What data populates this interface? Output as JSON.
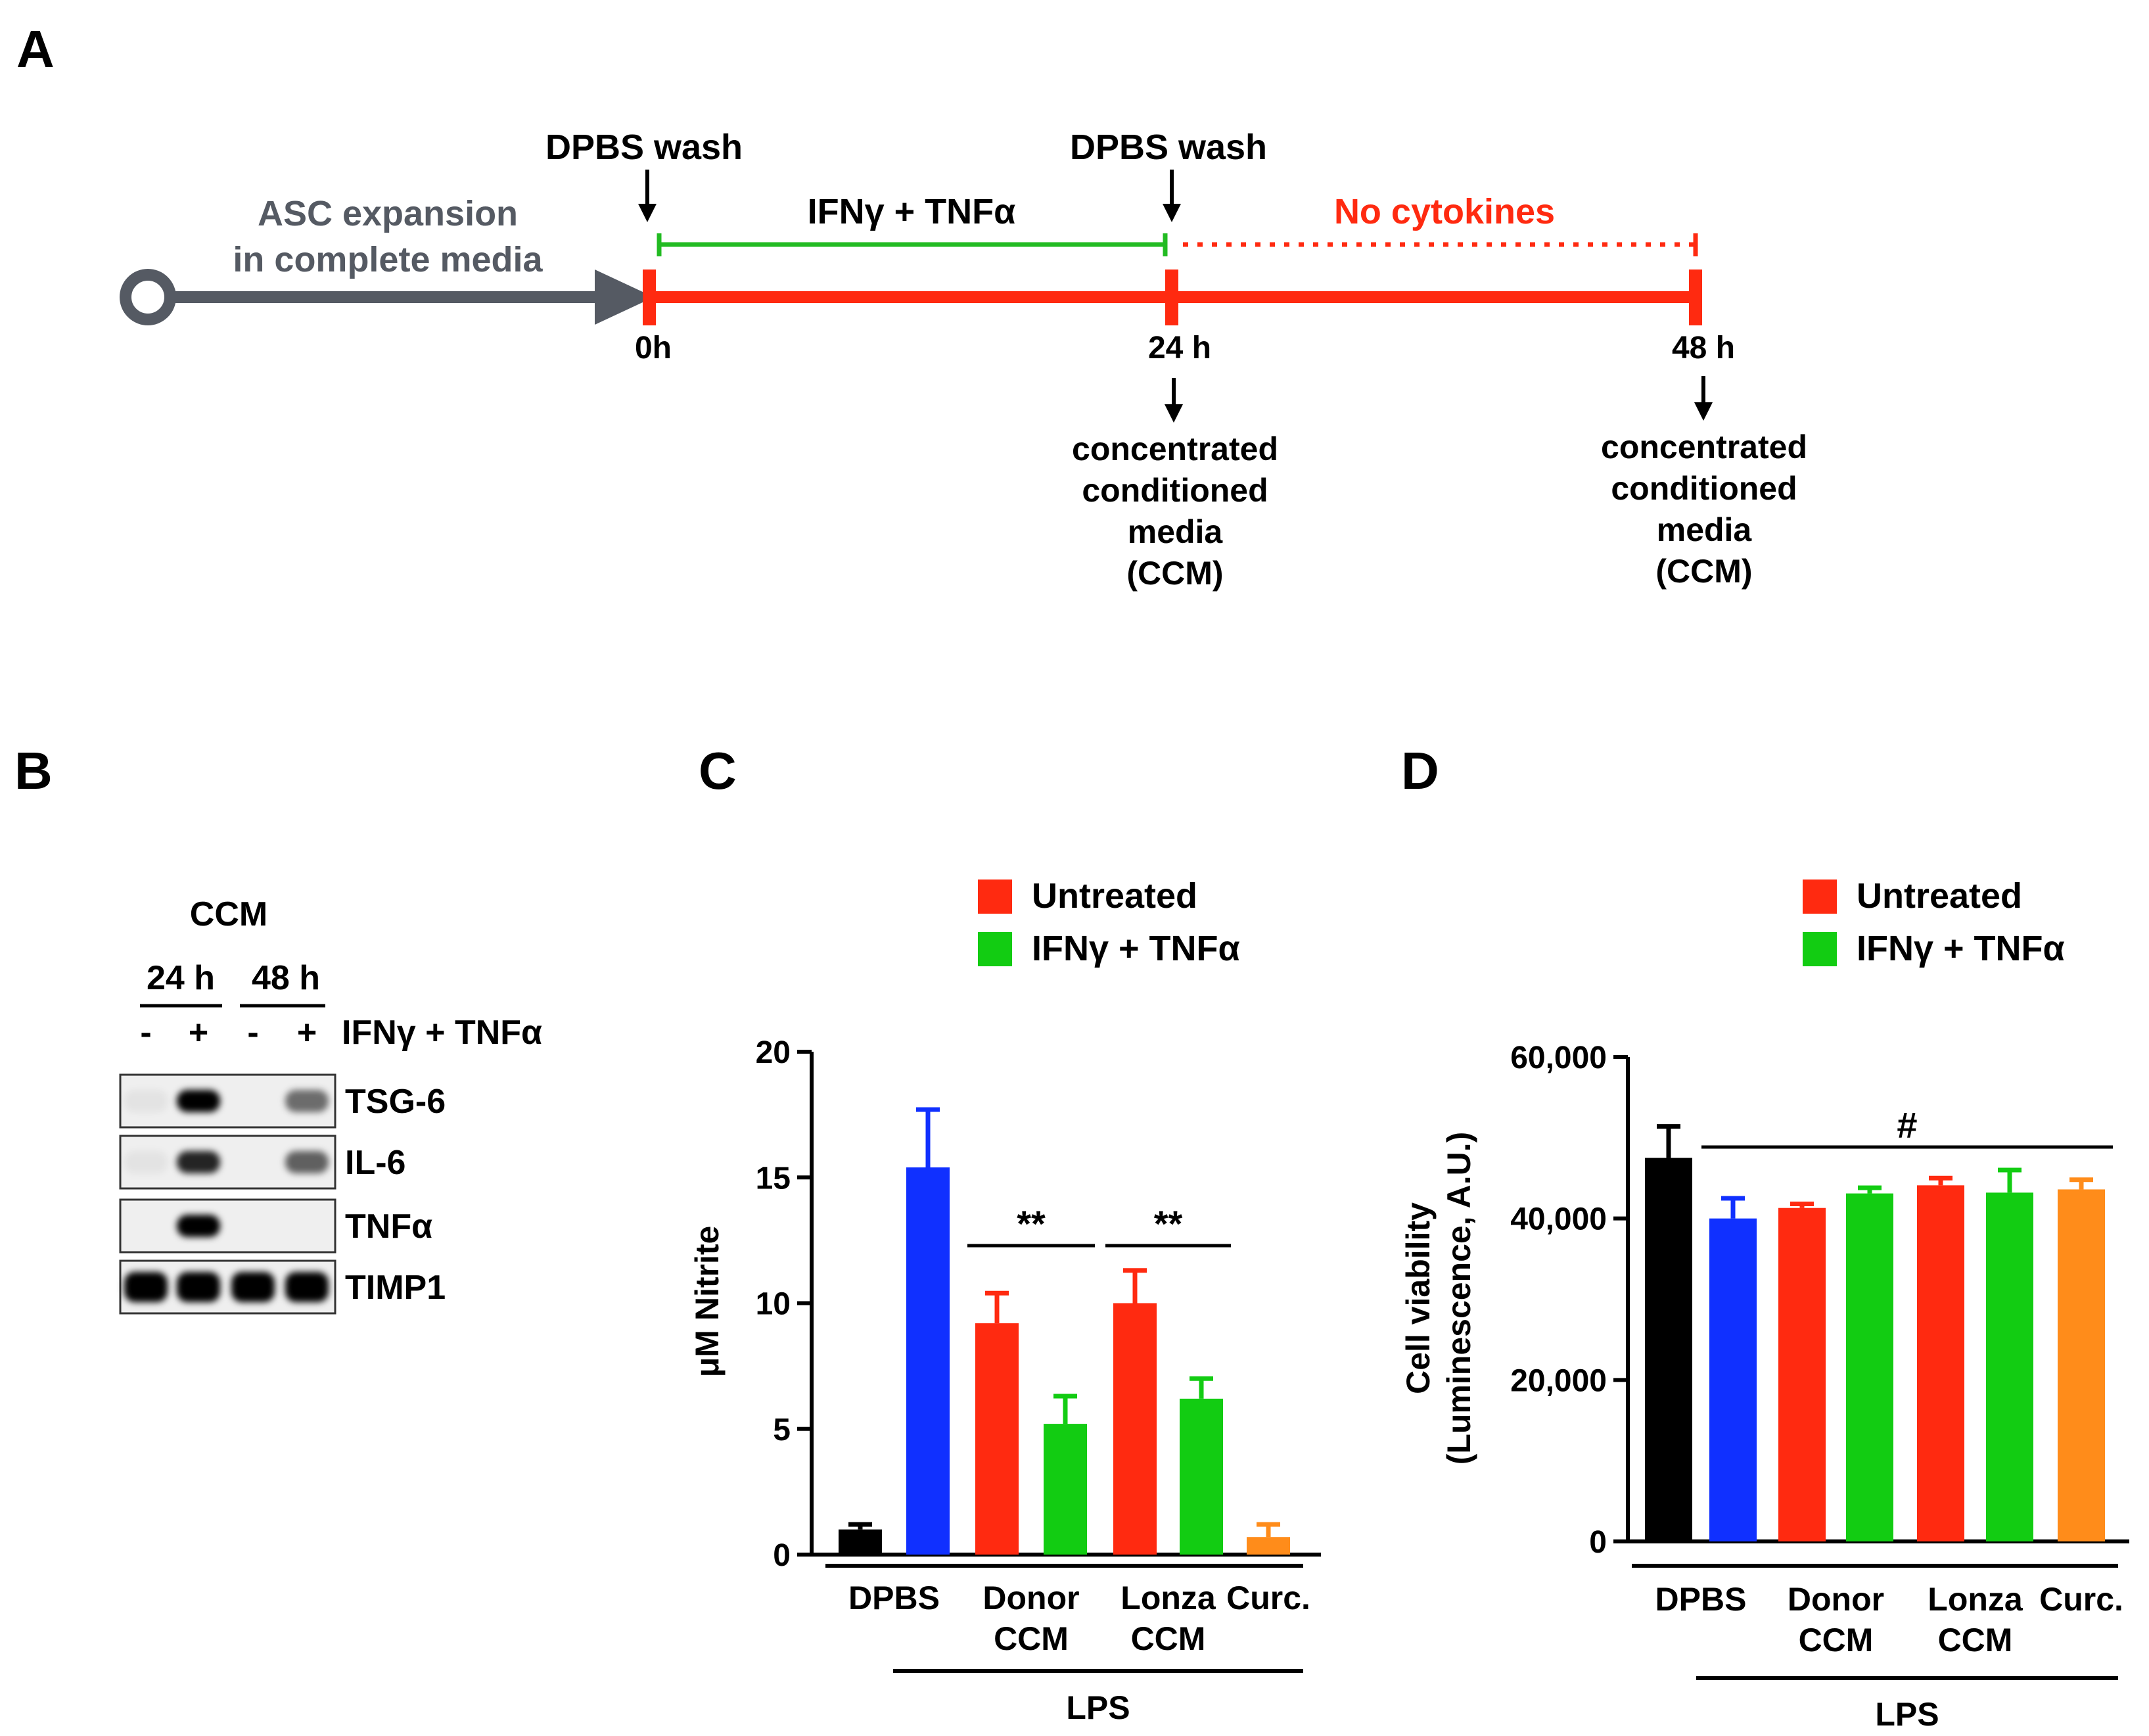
{
  "panels": {
    "a": "A",
    "b": "B",
    "c": "C",
    "d": "D"
  },
  "timeline": {
    "expansion_line1": "ASC expansion",
    "expansion_line2": "in complete media",
    "wash_label": "DPBS wash",
    "treatment_label": "IFNγ + TNFα",
    "no_cytokines_label": "No cytokines",
    "time_points": [
      "0h",
      "24 h",
      "48 h"
    ],
    "collection_lines": [
      "concentrated",
      "conditioned",
      "media",
      "(CCM)"
    ]
  },
  "blot": {
    "header": "CCM",
    "timepoints": [
      "24 h",
      "48 h"
    ],
    "lanes": [
      "-",
      "+",
      "-",
      "+"
    ],
    "treatment": "IFNγ + TNFα",
    "proteins": [
      "TSG-6",
      "IL-6",
      "TNFα",
      "TIMP1"
    ],
    "band_intensity": [
      [
        0.05,
        1.0,
        0.0,
        0.55
      ],
      [
        0.05,
        0.85,
        0.0,
        0.6
      ],
      [
        0.0,
        1.0,
        0.0,
        0.0
      ],
      [
        1.0,
        1.0,
        1.0,
        1.0
      ]
    ]
  },
  "colors": {
    "black": "#000000",
    "blue": "#1030ff",
    "red": "#ff2a10",
    "green": "#12cc12",
    "orange": "#ff8c1a",
    "grey": "#555a63",
    "timeline_green": "#22bb22"
  },
  "chart_data": [
    {
      "type": "bar",
      "panel": "C",
      "ylabel": "μM Nitrite",
      "ylim": [
        0,
        20
      ],
      "yticks": [
        "0",
        "5",
        "10",
        "15",
        "20"
      ],
      "legend": [
        "Untreated",
        "IFNγ + TNFα"
      ],
      "legend_placement": "top",
      "bars": [
        {
          "value": 1.0,
          "err": 0.2,
          "color": "black"
        },
        {
          "value": 15.4,
          "err": 2.3,
          "color": "blue"
        },
        {
          "value": 9.2,
          "err": 1.2,
          "color": "red"
        },
        {
          "value": 5.2,
          "err": 1.1,
          "color": "green"
        },
        {
          "value": 10.0,
          "err": 1.3,
          "color": "red"
        },
        {
          "value": 6.2,
          "err": 0.8,
          "color": "green"
        },
        {
          "value": 0.7,
          "err": 0.5,
          "color": "orange"
        }
      ],
      "groups": [
        {
          "label": [
            "DPBS"
          ],
          "bars": [
            0,
            1
          ]
        },
        {
          "label": [
            "Donor",
            "CCM"
          ],
          "bars": [
            2,
            3
          ]
        },
        {
          "label": [
            "Lonza",
            "CCM"
          ],
          "bars": [
            4,
            5
          ]
        },
        {
          "label": [
            "Curc."
          ],
          "bars": [
            6
          ]
        }
      ],
      "significance": [
        {
          "text": "**",
          "from_bar": 2,
          "to_bar": 3
        },
        {
          "text": "**",
          "from_bar": 4,
          "to_bar": 5
        }
      ],
      "treatment_bar": {
        "text": "LPS",
        "from_bar": 1,
        "to_bar": 6
      }
    },
    {
      "type": "bar",
      "panel": "D",
      "ylabel": [
        "Cell viability",
        "(Luminescence, A.U.)"
      ],
      "ylim": [
        0,
        60000
      ],
      "yticks": [
        "0",
        "20,000",
        "40,000",
        "60,000"
      ],
      "legend": [
        "Untreated",
        "IFNγ + TNFα"
      ],
      "legend_placement": "top-right",
      "bars": [
        {
          "value": 47500,
          "err": 3900,
          "color": "black"
        },
        {
          "value": 40000,
          "err": 2500,
          "color": "blue"
        },
        {
          "value": 41300,
          "err": 500,
          "color": "red"
        },
        {
          "value": 43100,
          "err": 700,
          "color": "green"
        },
        {
          "value": 44100,
          "err": 900,
          "color": "red"
        },
        {
          "value": 43200,
          "err": 2800,
          "color": "green"
        },
        {
          "value": 43600,
          "err": 1200,
          "color": "orange"
        }
      ],
      "groups": [
        {
          "label": [
            "DPBS"
          ],
          "bars": [
            0,
            1
          ]
        },
        {
          "label": [
            "Donor",
            "CCM"
          ],
          "bars": [
            2,
            3
          ]
        },
        {
          "label": [
            "Lonza",
            "CCM"
          ],
          "bars": [
            4,
            5
          ]
        },
        {
          "label": [
            "Curc."
          ],
          "bars": [
            6
          ]
        }
      ],
      "significance": [
        {
          "text": "#",
          "from_bar": 1,
          "to_bar": 6
        }
      ],
      "treatment_bar": {
        "text": "LPS",
        "from_bar": 1,
        "to_bar": 6
      }
    }
  ]
}
